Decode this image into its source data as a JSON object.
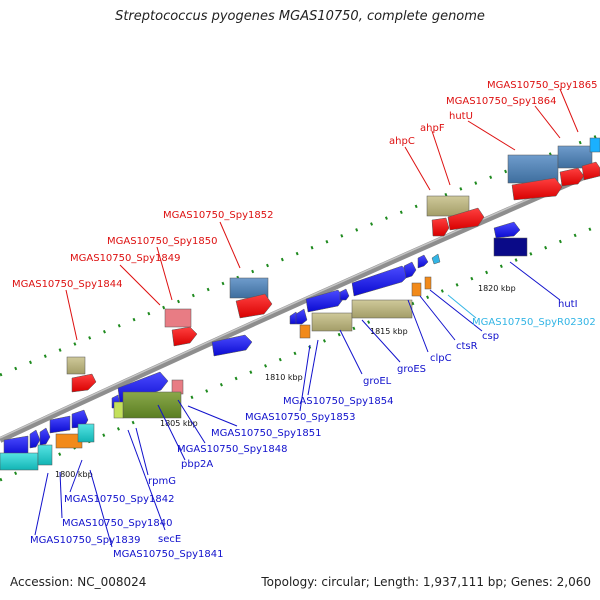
{
  "title": "Streptococcus pyogenes MGAS10750, complete genome",
  "footer": {
    "accession": "Accession: NC_008024",
    "summary": "Topology: circular; Length: 1,937,111 bp; Genes: 2,060"
  },
  "colors": {
    "backbone": "#8e8e8e",
    "label_upper": "#dd1111",
    "label_lower": "#1111cc",
    "label_rna": "#33b5e5",
    "tick": "#1e8a1e"
  },
  "scale_labels": [
    "1800 kbp",
    "1805 kbp",
    "1810 kbp",
    "1815 kbp",
    "1820 kbp"
  ],
  "genes_upper": [
    {
      "name": "MGAS10750_Spy1844"
    },
    {
      "name": "MGAS10750_Spy1849"
    },
    {
      "name": "MGAS10750_Spy1850"
    },
    {
      "name": "MGAS10750_Spy1852"
    },
    {
      "name": "ahpC"
    },
    {
      "name": "ahpF"
    },
    {
      "name": "hutU"
    },
    {
      "name": "MGAS10750_Spy1864"
    },
    {
      "name": "MGAS10750_Spy1865"
    }
  ],
  "genes_lower": [
    {
      "name": "MGAS10750_Spy1839"
    },
    {
      "name": "MGAS10750_Spy1840"
    },
    {
      "name": "MGAS10750_Spy1841"
    },
    {
      "name": "MGAS10750_Spy1842"
    },
    {
      "name": "secE"
    },
    {
      "name": "rpmG"
    },
    {
      "name": "pbp2A"
    },
    {
      "name": "MGAS10750_Spy1848"
    },
    {
      "name": "MGAS10750_Spy1851"
    },
    {
      "name": "MGAS10750_Spy1853"
    },
    {
      "name": "MGAS10750_Spy1854"
    },
    {
      "name": "groEL"
    },
    {
      "name": "groES"
    },
    {
      "name": "clpC"
    },
    {
      "name": "ctsR"
    },
    {
      "name": "csp"
    },
    {
      "name": "MGAS10750_SpyR02302",
      "rna": true
    },
    {
      "name": "hutI"
    }
  ]
}
